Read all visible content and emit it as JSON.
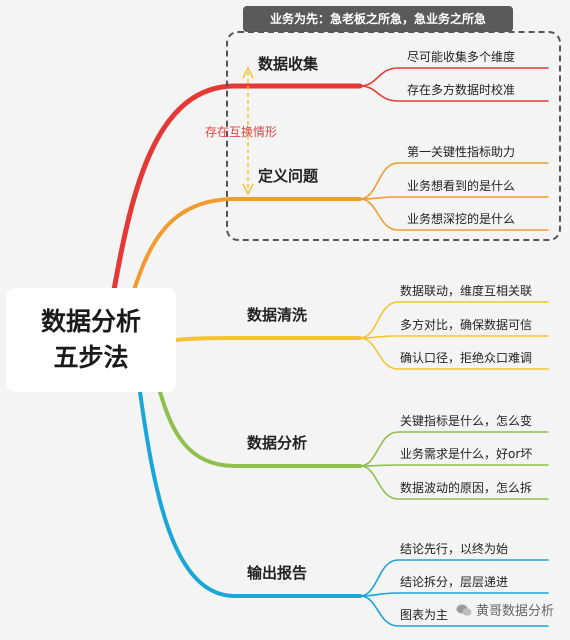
{
  "banner": "业务为先：急老板之所急，急业务之所急",
  "root": {
    "line1": "数据分析",
    "line2": "五步法"
  },
  "note": "存在互换情形",
  "watermark": "黄哥数据分析",
  "colors": {
    "red": "#e53935",
    "orange": "#f29b30",
    "yellow": "#f5c430",
    "green": "#8fc04d",
    "blue": "#1aa6d6"
  },
  "steps": [
    {
      "label": "数据收集",
      "leaves": [
        "尽可能收集多个维度",
        "存在多方数据时校准"
      ]
    },
    {
      "label": "定义问题",
      "leaves": [
        "第一关键性指标助力",
        "业务想看到的是什么",
        "业务想深挖的是什么"
      ]
    },
    {
      "label": "数据清洗",
      "leaves": [
        "数据联动，维度互相关联",
        "多方对比，确保数据可信",
        "确认口径，拒绝众口难调"
      ]
    },
    {
      "label": "数据分析",
      "leaves": [
        "关键指标是什么，怎么变",
        "业务需求是什么，好or坏",
        "数据波动的原因，怎么拆"
      ]
    },
    {
      "label": "输出报告",
      "leaves": [
        "结论先行，以终为始",
        "结论拆分，层层递进",
        "图表为主"
      ]
    }
  ]
}
